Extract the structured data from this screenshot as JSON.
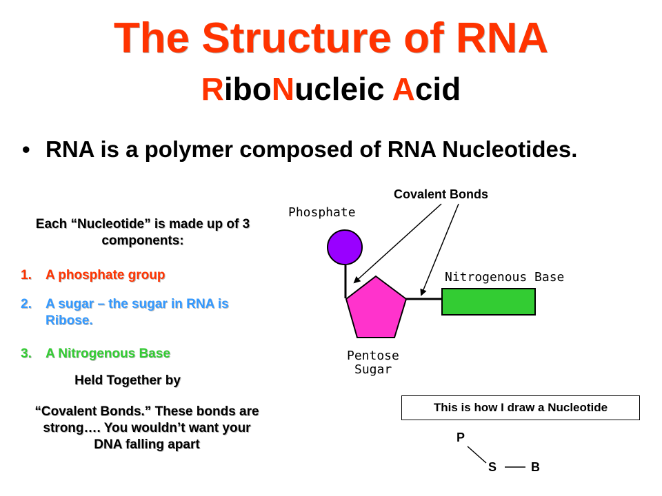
{
  "header": {
    "title": "The Structure of RNA",
    "subtitle": {
      "r": "R",
      "ibo": "ibo",
      "n": "N",
      "ucleic": "ucleic ",
      "a": "A",
      "cid": "cid"
    }
  },
  "bullet": {
    "symbol": "•",
    "text": "RNA is a polymer composed of RNA Nucleotides."
  },
  "left_panel": {
    "intro": "Each “Nucleotide” is made up of 3 components:",
    "items": [
      {
        "num": "1.",
        "text": "A phosphate group",
        "color": "#ff3300"
      },
      {
        "num": "2.",
        "text": "A sugar – the sugar in RNA is Ribose.",
        "color": "#3399ff"
      },
      {
        "num": "3.",
        "text": "A Nitrogenous Base",
        "color": "#33cc33"
      }
    ],
    "held_together": "Held Together by",
    "covalent_text": "“Covalent Bonds.” These bonds are strong…. You wouldn’t want your DNA falling apart"
  },
  "diagram": {
    "covalent_label": "Covalent Bonds",
    "phosphate_label": "Phosphate",
    "nitrogenous_label": "Nitrogenous Base",
    "pentose_label_1": "Pentose",
    "pentose_label_2": "Sugar",
    "colors": {
      "phosphate": "#9900ff",
      "sugar": "#ff33cc",
      "base": "#33cc33"
    }
  },
  "simple_drawing": {
    "box_text": "This is how I draw a Nucleotide",
    "p": "P",
    "s": "S",
    "b": "B"
  }
}
